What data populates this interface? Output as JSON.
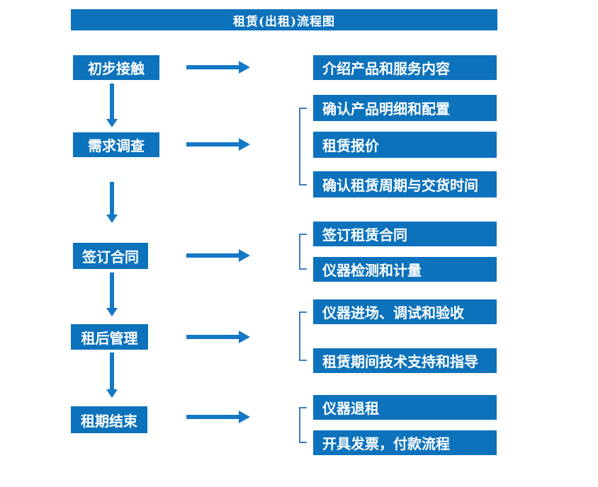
{
  "title": "租赁(出租)流程图",
  "colors": {
    "box_blue": "#0d72bc",
    "arrow_blue": "#1478c6",
    "bracket_blue": "#3e7cba",
    "text_white": "#ffffff"
  },
  "steps": [
    {
      "label": "初步接触",
      "details": [
        "介绍产品和服务内容"
      ]
    },
    {
      "label": "需求调查",
      "details": [
        "确认产品明细和配置",
        "租赁报价",
        "确认租赁周期与交货时间"
      ]
    },
    {
      "label": "签订合同",
      "details": [
        "签订租赁合同",
        "仪器检测和计量"
      ]
    },
    {
      "label": "租后管理",
      "details": [
        "仪器进场、调试和验收",
        "租赁期间技术支持和指导"
      ]
    },
    {
      "label": "租期结束",
      "details": [
        "仪器退租",
        "开具发票，付款流程"
      ]
    }
  ]
}
